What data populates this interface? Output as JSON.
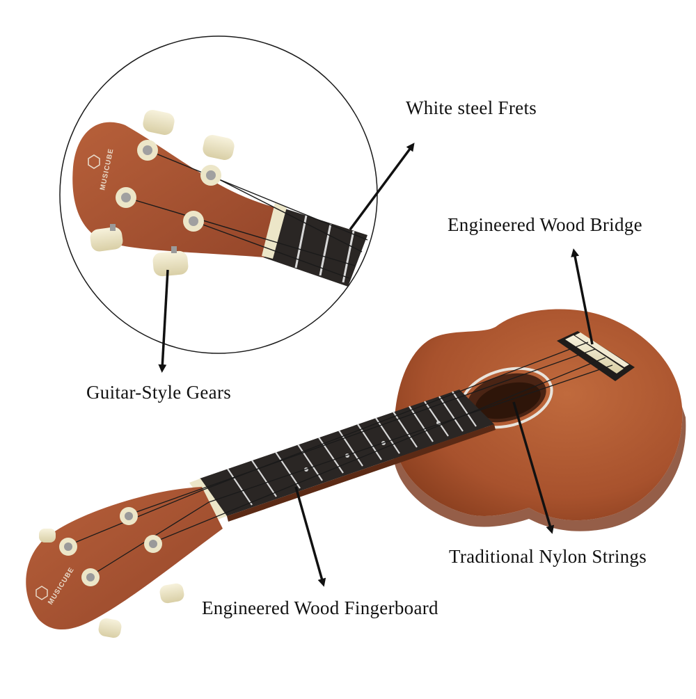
{
  "labels": {
    "frets": "White steel Frets",
    "bridge": "Engineered Wood Bridge",
    "gears": "Guitar-Style Gears",
    "strings": "Traditional Nylon Strings",
    "fingerboard": "Engineered Wood Fingerboard"
  },
  "brand": {
    "logo_text": "MUSICUBE"
  },
  "colors": {
    "background": "#ffffff",
    "wood": "#a8522d",
    "wood_dark": "#8a3f1f",
    "fingerboard": "#2a2624",
    "fret": "#d8d8d8",
    "tuner_button": "#ece6c8",
    "arrow": "#111111",
    "bridge_saddle": "#f1ead2"
  },
  "icons": {
    "arrow": "arrow-icon",
    "logo": "cube-logo-icon"
  }
}
